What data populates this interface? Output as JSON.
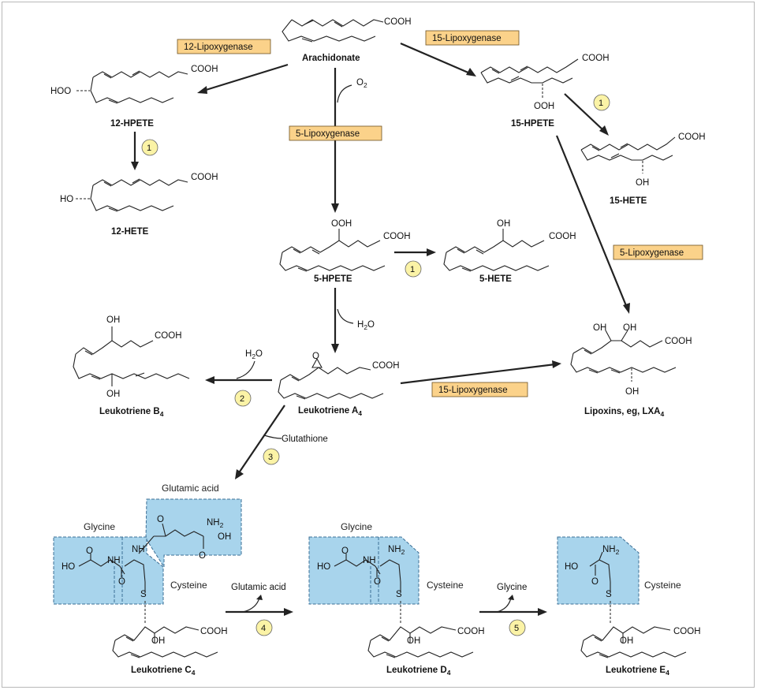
{
  "compounds": {
    "arachidonate": "Arachidonate",
    "hpete12": "12-HPETE",
    "hete12": "12-HETE",
    "hpete15": "15-HPETE",
    "hete15": "15-HETE",
    "hpete5": "5-HPETE",
    "hete5": "5-HETE",
    "ltb4": "Leukotriene B",
    "ltb4_sub": "4",
    "lta4": "Leukotriene A",
    "lta4_sub": "4",
    "lipoxins": "Lipoxins, eg, LXA",
    "lipoxins_sub": "4",
    "ltc4": "Leukotriene C",
    "ltc4_sub": "4",
    "ltd4": "Leukotriene D",
    "ltd4_sub": "4",
    "lte4": "Leukotriene E",
    "lte4_sub": "4"
  },
  "enzymes": {
    "lox12": "12-Lipoxygenase",
    "lox15_top": "15-Lipoxygenase",
    "lox5_mid": "5-Lipoxygenase",
    "lox5_right": "5-Lipoxygenase",
    "lox15_bottom": "15-Lipoxygenase"
  },
  "steps": [
    "1",
    "1",
    "1",
    "2",
    "3",
    "4",
    "5"
  ],
  "reagents": {
    "o2": "O",
    "o2_sub": "2",
    "h2o_a": "H",
    "h2o_a_sub": "2",
    "h2o_a_end": "O",
    "h2o_b": "H",
    "h2o_b_sub": "2",
    "h2o_b_end": "O",
    "glutathione": "Glutathione",
    "glutamic_acid_out": "Glutamic acid",
    "glycine_out": "Glycine"
  },
  "groups": {
    "cooh": "COOH",
    "hoo": "HOO",
    "ho": "HO",
    "ooh": "OOH",
    "oh": "OH",
    "o": "O",
    "nh": "NH",
    "nh2": "NH",
    "nh2_sub": "2",
    "s": "S",
    "ho_ring": "HO"
  },
  "segments": {
    "glutamic_acid": "Glutamic acid",
    "glycine_c": "Glycine",
    "cysteine_c": "Cysteine",
    "glycine_d": "Glycine",
    "cysteine_d": "Cysteine",
    "cysteine_e": "Cysteine"
  },
  "colors": {
    "enzyme_box": "#fbd28a",
    "step_circle": "#fbf3a6",
    "peptide_fill": "#a8d4ec",
    "peptide_border": "#3b6f96"
  }
}
